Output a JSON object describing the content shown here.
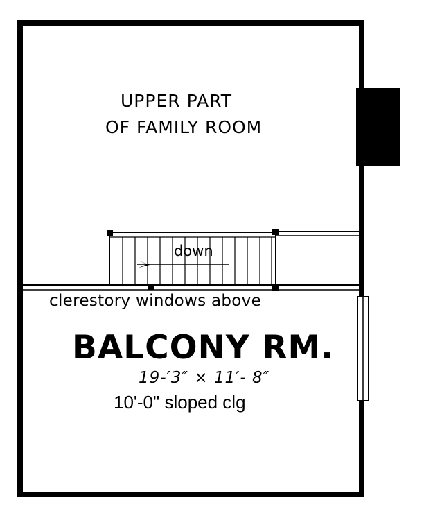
{
  "labels": {
    "family_room_line1": "UPPER PART",
    "family_room_line2": "OF FAMILY ROOM",
    "stair": "down",
    "clerestory": "clerestory windows above",
    "room_name": "BALCONY RM.",
    "room_dims": "19-′3″ × 11′- 8″",
    "ceiling": "10'-0\" sloped clg"
  }
}
